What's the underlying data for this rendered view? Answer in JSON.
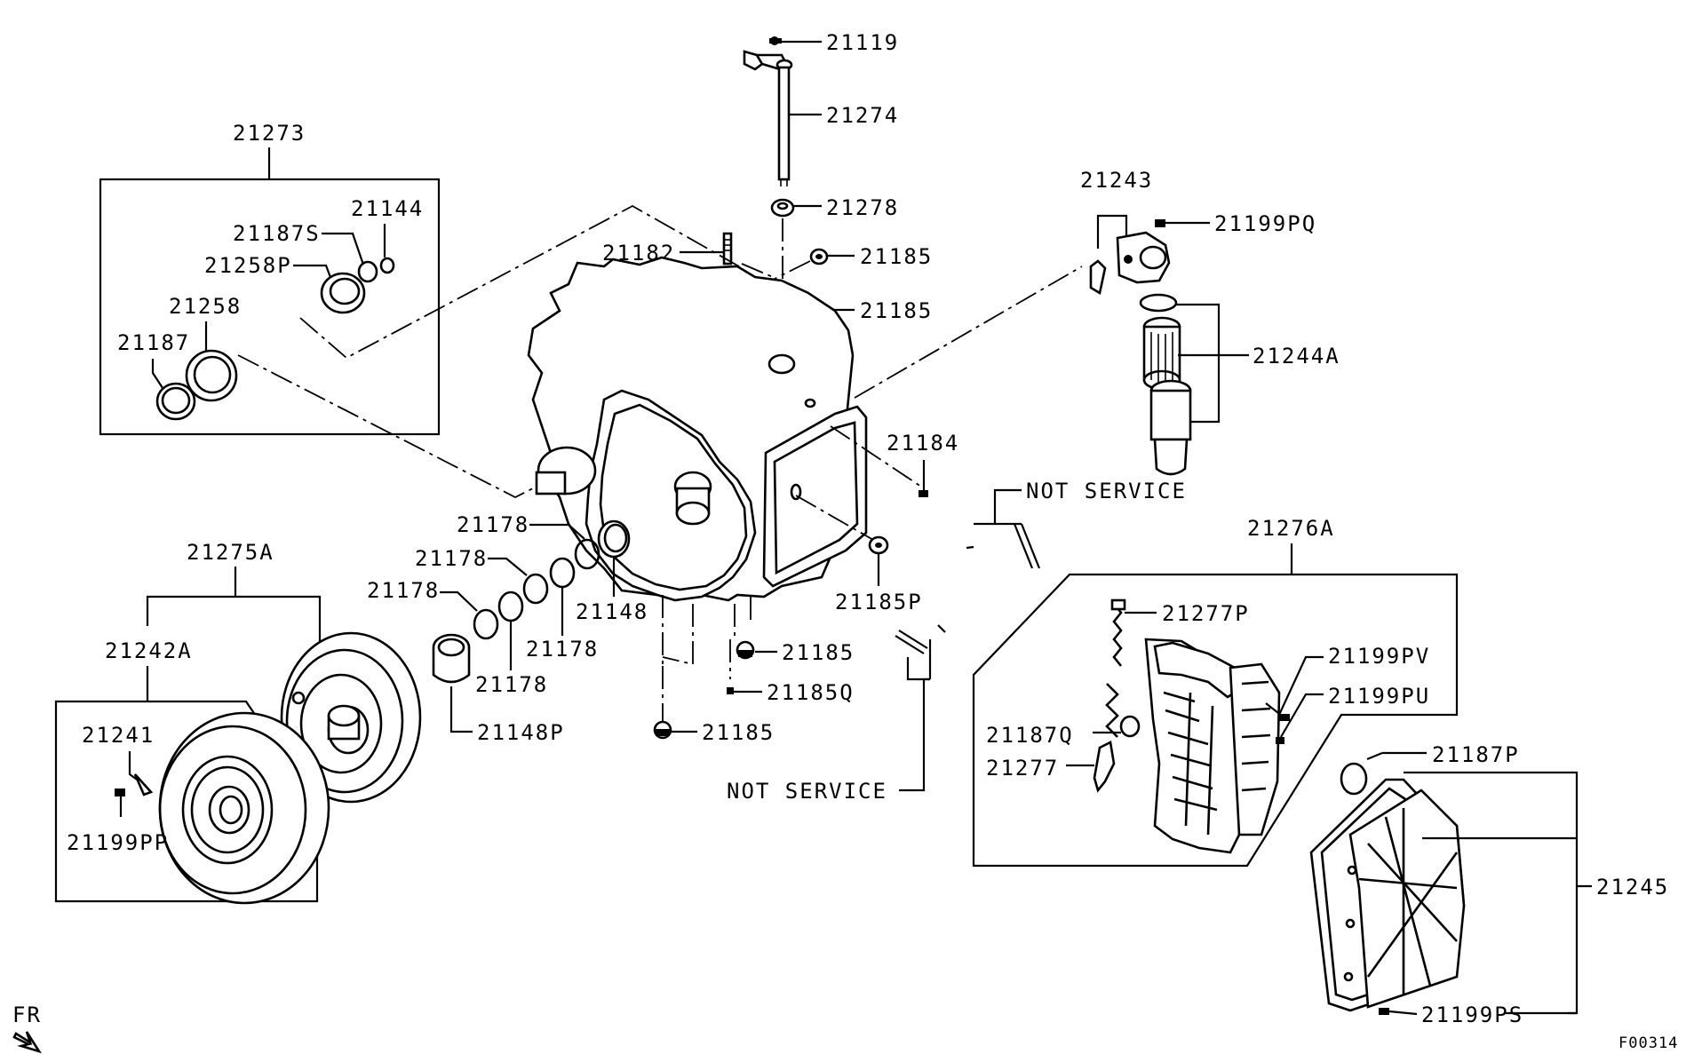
{
  "diagram": {
    "figure_code": "F00314",
    "direction_marker": "FR",
    "labels": {
      "p21119": "21119",
      "p21274": "21274",
      "p21278": "21278",
      "p21182": "21182",
      "p21185_a": "21185",
      "p21185_b": "21185",
      "p21273": "21273",
      "p21144": "21144",
      "p21187S": "21187S",
      "p21258P": "21258P",
      "p21258": "21258",
      "p21187": "21187",
      "p21243": "21243",
      "p21199PQ": "21199PQ",
      "p21244A": "21244A",
      "p21184": "21184",
      "not_service_1": "NOT SERVICE",
      "p21178_a": "21178",
      "p21178_b": "21178",
      "p21178_c": "21178",
      "p21178_d": "21178",
      "p21178_e": "21178",
      "p21148": "21148",
      "p21148P": "21148P",
      "p21185P": "21185P",
      "p21185_c": "21185",
      "p21185Q": "21185Q",
      "p21185_d": "21185",
      "not_service_2": "NOT SERVICE",
      "p21275A": "21275A",
      "p21242A": "21242A",
      "p21241": "21241",
      "p21199PP": "21199PP",
      "p21276A": "21276A",
      "p21277P": "21277P",
      "p21199PV": "21199PV",
      "p21199PU": "21199PU",
      "p21187Q": "21187Q",
      "p21277": "21277",
      "p21187P": "21187P",
      "p21245": "21245",
      "p21199PS": "21199PS"
    }
  }
}
